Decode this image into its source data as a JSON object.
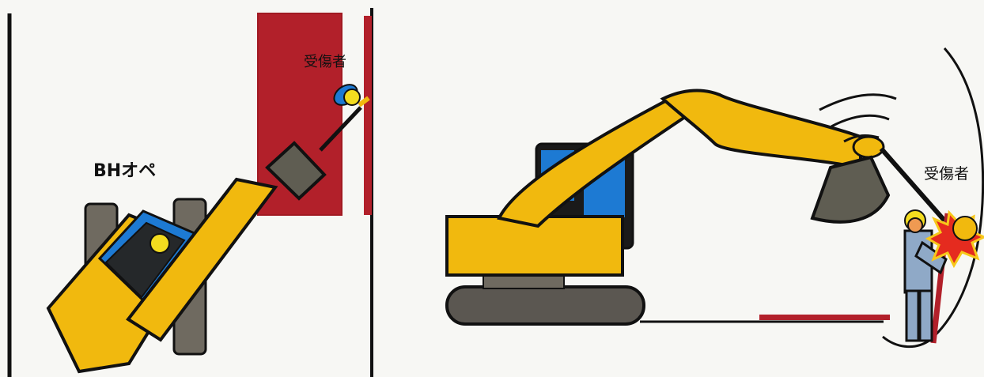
{
  "labels": {
    "operator_top_view": "BHオペ",
    "injured_top_view": "受傷者",
    "injured_side_view": "受傷者"
  },
  "colors": {
    "background": "#f7f7f4",
    "machine_yellow": "#f1b90e",
    "machine_outline": "#1a1a1a",
    "cab_blue": "#1d7ad3",
    "cab_dark": "#25282a",
    "track_gray": "#6f6a60",
    "wall_red": "#b2202a",
    "worker_blue": "#8fa9c7",
    "helmet_yellow": "#f3dc1f",
    "impact_red": "#e52b1f",
    "impact_yellow": "#f7c81a",
    "cable_dark": "#101010"
  },
  "icons": {
    "excavator_top": "excavator-top-view-icon",
    "excavator_side": "excavator-side-view-icon",
    "worker": "worker-icon",
    "impact": "impact-burst-icon"
  }
}
